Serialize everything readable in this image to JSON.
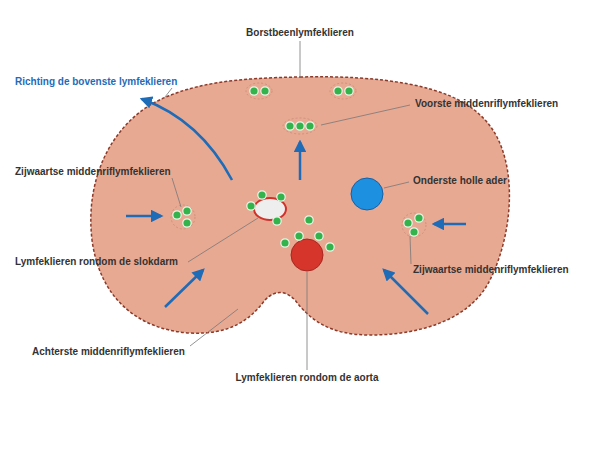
{
  "diagram": {
    "labels": [
      "Borstbeenlymfeklieren",
      "Richting de bovenste lymfeklieren",
      "Voorste middenriflymfeklieren",
      "Zijwaartse middenriflymfeklieren",
      "Onderste holle ader",
      "Lymfeklieren rondom de slokdarm",
      "Zijwaartse middenriflymfeklieren",
      "Achterste middenriflymfeklieren",
      "Lymfeklieren rondom de aorta"
    ]
  }
}
